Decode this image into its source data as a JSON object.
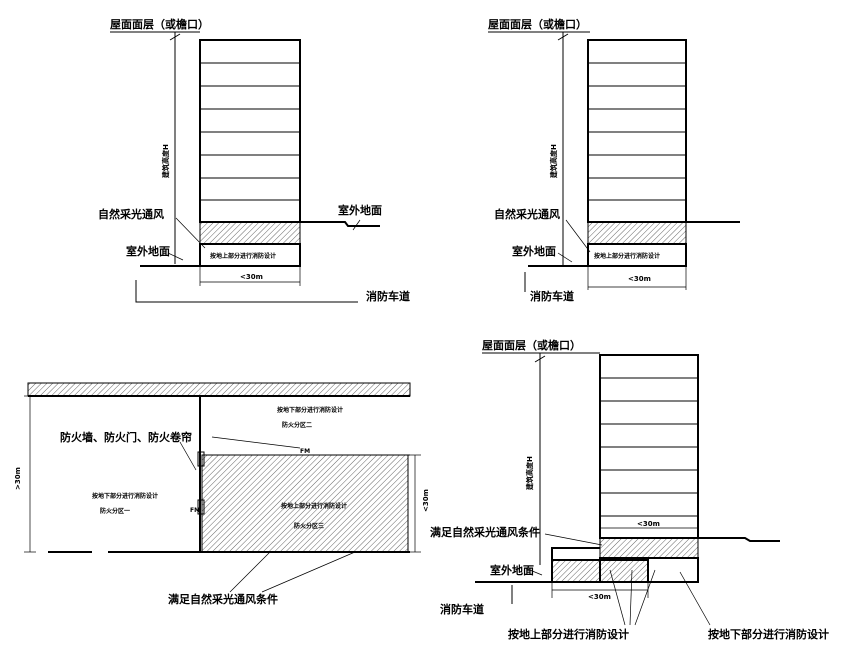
{
  "panel1": {
    "roof": "屋面面层（或檐口）",
    "height": "建筑高度H",
    "light": "自然采光通风",
    "outdoor_right": "室外地面",
    "outdoor_left": "室外地面",
    "basement": "按地上部分进行消防设计",
    "width": "<30m",
    "fire_road": "消防车道"
  },
  "panel2": {
    "roof": "屋面面层（或檐口）",
    "height": "建筑高度H",
    "light": "自然采光通风",
    "outdoor": "室外地面",
    "basement": "按地上部分进行消防设计",
    "width": "<30m",
    "fire_road": "消防车道"
  },
  "panel3": {
    "top_box": "按地下部分进行消防设计",
    "top_zone": "防火分区二",
    "firewall": "防火墙、防火门、防火卷帘",
    "fm_top": "FM",
    "left_box": "按地下部分进行消防设计",
    "left_zone": "防火分区一",
    "fm_mid": "FM",
    "mid_box": "按地上部分进行消防设计",
    "mid_zone": "防火分区三",
    "dim_left": ">30m",
    "dim_right": "<30m",
    "condition": "满足自然采光通风条件"
  },
  "panel4": {
    "roof": "屋面面层（或檐口）",
    "height": "建筑高度H",
    "width_top": "<30m",
    "condition": "满足自然采光通风条件",
    "outdoor": "室外地面",
    "width_bottom": "<30m",
    "fire_road": "消防车道",
    "above": "按地上部分进行消防设计",
    "below": "按地下部分进行消防设计"
  }
}
